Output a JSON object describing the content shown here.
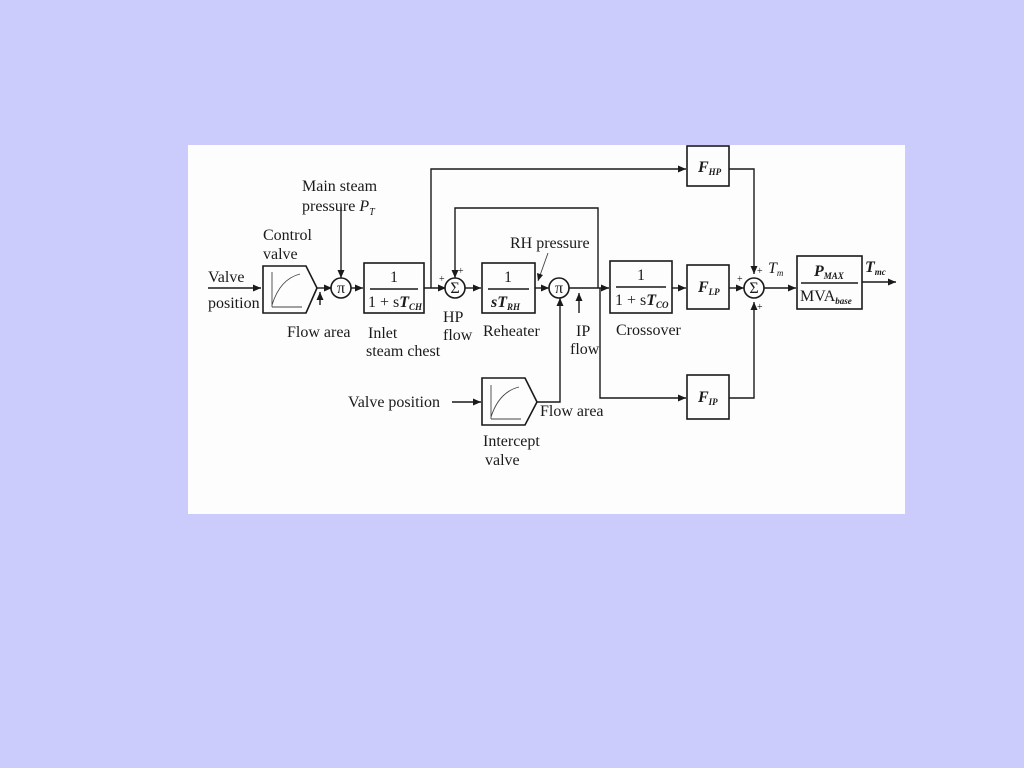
{
  "labels": {
    "valve_position_in_1": "Valve",
    "valve_position_in_2": "position",
    "control_valve_1": "Control",
    "control_valve_2": "valve",
    "main_steam_1": "Main steam",
    "main_steam_2": "pressure",
    "pt_symbol": "P",
    "pt_sub": "T",
    "flow_area_1": "Flow area",
    "inlet_1": "Inlet",
    "inlet_2": "steam chest",
    "hp_flow_1": "HP",
    "hp_flow_2": "flow",
    "rh_pressure": "RH pressure",
    "reheater": "Reheater",
    "ip_flow_1": "IP",
    "ip_flow_2": "flow",
    "crossover": "Crossover",
    "valve_position_2": "Valve position",
    "flow_area_2": "Flow area",
    "intercept_1": "Intercept",
    "intercept_2": "valve",
    "tm_symbol": "T",
    "tm_sub": "m",
    "tmc_symbol": "T",
    "tmc_sub": "mc"
  },
  "blocks": {
    "steam_chest": {
      "num": "1",
      "den_pre": "1 + s",
      "den_sym": "T",
      "den_sub": "CH"
    },
    "reheater": {
      "num": "1",
      "den_pre": "s",
      "den_sym": "T",
      "den_sub": "RH"
    },
    "crossover": {
      "num": "1",
      "den_pre": "1 + s",
      "den_sym": "T",
      "den_sub": "CO"
    },
    "f_hp": {
      "sym": "F",
      "sub": "HP"
    },
    "f_lp": {
      "sym": "F",
      "sub": "LP"
    },
    "f_ip": {
      "sym": "F",
      "sub": "IP"
    },
    "scale": {
      "num_sym": "P",
      "num_sub": "MAX",
      "den": "MVA",
      "den_sub": "base"
    }
  },
  "junctions": {
    "mult_1": "π",
    "mult_2": "π",
    "sum_1": "Σ",
    "sum_2": "Σ",
    "plus": "+"
  }
}
